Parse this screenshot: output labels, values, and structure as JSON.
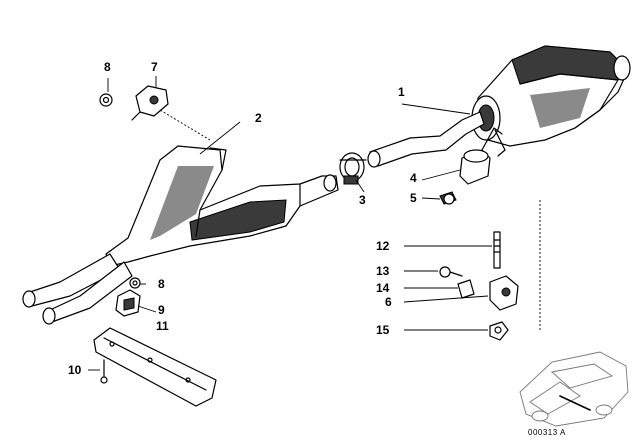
{
  "diagram": {
    "labels": {
      "p1": "1",
      "p2": "2",
      "p3": "3",
      "p4": "4",
      "p5": "5",
      "p6": "6",
      "p7": "7",
      "p8a": "8",
      "p8b": "8",
      "p9": "9",
      "p10": "10",
      "p11": "11",
      "p12": "12",
      "p13": "13",
      "p14": "14",
      "p15": "15"
    },
    "drawing_code": "000313 A",
    "colors": {
      "ink": "#000000",
      "shade": "#3a3a3a",
      "background": "#ffffff"
    }
  }
}
